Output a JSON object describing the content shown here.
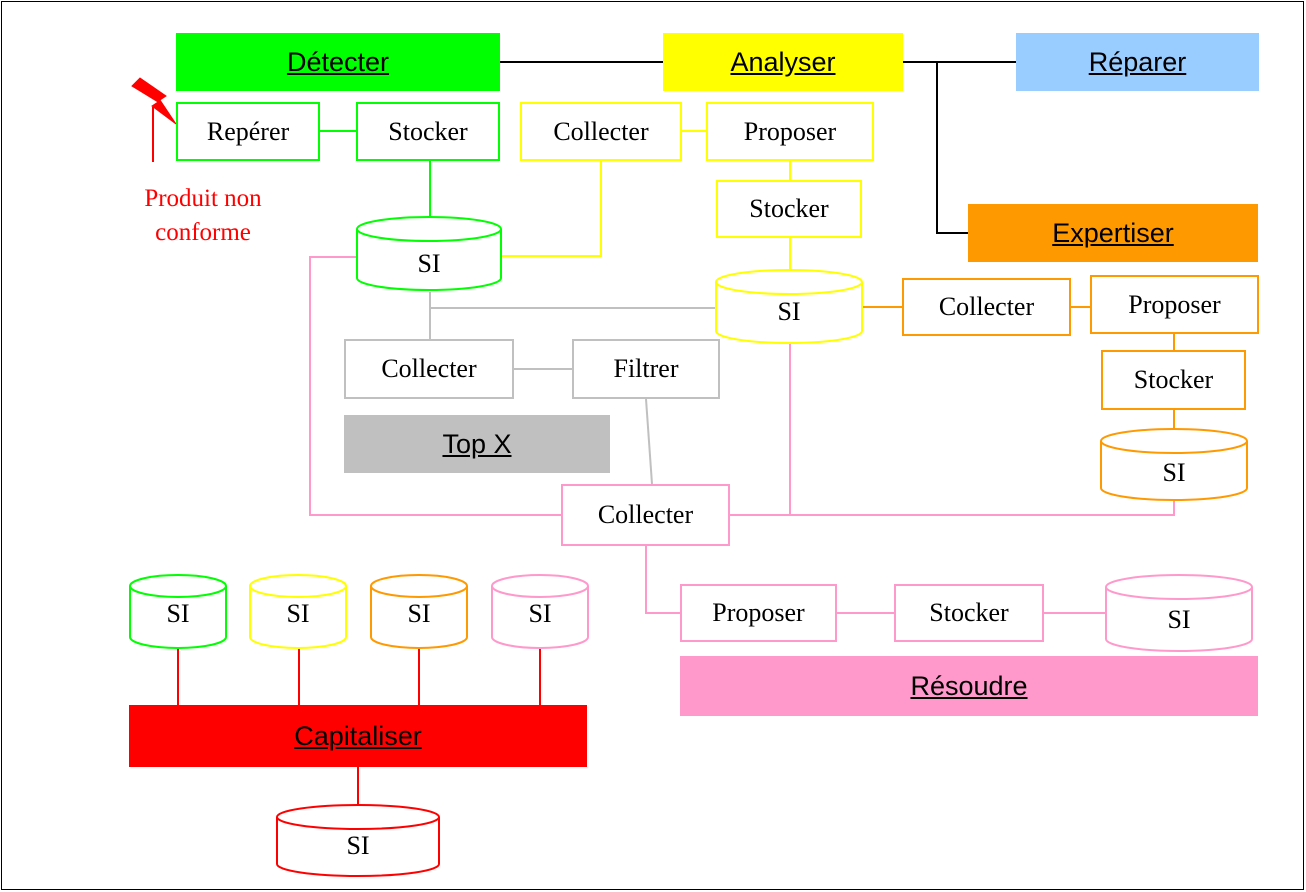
{
  "phases": {
    "detecter": "Détecter",
    "analyser": "Analyser",
    "reparer": "Réparer",
    "expertiser": "Expertiser",
    "topx": "Top X",
    "resoudre": "Résoudre",
    "capitaliser": "Capitaliser"
  },
  "steps": {
    "reperer": "Repérer",
    "stocker": "Stocker",
    "collecter": "Collecter",
    "proposer": "Proposer",
    "filtrer": "Filtrer"
  },
  "database_label": "SI",
  "note": {
    "line1": "Produit non",
    "line2": "conforme"
  },
  "colors": {
    "green": "#00ff00",
    "yellow": "#ffff00",
    "blue": "#99ccff",
    "orange": "#ff9900",
    "grey": "#c0c0c0",
    "pink": "#ff99cc",
    "red": "#ff0000"
  },
  "icons": {
    "alert": "lightning-bolt-icon"
  }
}
